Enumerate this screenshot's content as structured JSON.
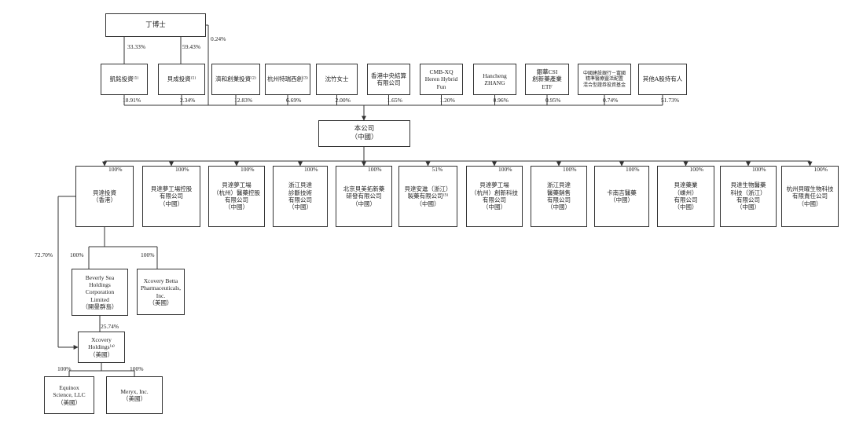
{
  "top": {
    "dr_ding": "丁博士",
    "pct_kaiming": "33.33%",
    "pct_beicheng": "59.43%",
    "pct_direct": "0.24%"
  },
  "shareholders": [
    {
      "label": "凱銘投資⁽¹⁾",
      "pct": "18.91%"
    },
    {
      "label": "貝成投資⁽¹⁾",
      "pct": "2.34%"
    },
    {
      "label": "濟和創業投資⁽²⁾",
      "pct": "12.83%"
    },
    {
      "label": "杭州特瑞西創⁽³⁾",
      "pct": "6.69%"
    },
    {
      "label": "沈竹女士",
      "pct": "2.00%"
    },
    {
      "label": "香港中央結算\n有限公司",
      "pct": "1.65%"
    },
    {
      "label": "CMB-XQ\nHeren Hybrid\nFun",
      "pct": "1.20%"
    },
    {
      "label": "Hancheng\nZHANG",
      "pct": "0.96%"
    },
    {
      "label": "銀華CSI\n創新藥產業\nETF",
      "pct": "0.95%"
    },
    {
      "label": "中國建設銀行－富國\n精準醫療靈活配置\n混合型證券投資基金",
      "pct": "0.74%"
    },
    {
      "label": "其他A股持有人",
      "pct": "51.73%"
    }
  ],
  "company": {
    "label": "本公司\n（中國）"
  },
  "subsidiaries": [
    {
      "label": "貝達投資\n（香港）",
      "pct": "100%"
    },
    {
      "label": "貝達夢工場控股\n有限公司\n（中國）",
      "pct": "100%"
    },
    {
      "label": "貝達夢工場\n（杭州）醫藥控股\n有限公司\n（中國）",
      "pct": "100%"
    },
    {
      "label": "浙江貝達\n診斷技術\n有限公司\n（中國）",
      "pct": "100%"
    },
    {
      "label": "北京貝美拓新藥\n研發有限公司\n（中國）",
      "pct": "100%"
    },
    {
      "label": "貝達安進（浙江）\n製藥有限公司⁽⁵⁾\n（中國）",
      "pct": "51%"
    },
    {
      "label": "貝達夢工場\n（杭州）創新科技\n有限公司\n（中國）",
      "pct": "100%"
    },
    {
      "label": "浙江貝達\n醫藥銷售\n有限公司\n（中國）",
      "pct": "100%"
    },
    {
      "label": "卡南吉醫藥\n（中國）",
      "pct": "100%"
    },
    {
      "label": "貝達藥業\n（嵊州）\n有限公司\n（中國）",
      "pct": "100%"
    },
    {
      "label": "貝達生物醫藥\n科技（浙江）\n有限公司\n（中國）",
      "pct": "100%"
    },
    {
      "label": "杭州貝曜生物科技\n有限責任公司\n（中國）",
      "pct": "100%"
    }
  ],
  "hk_branch": {
    "pct_direct_xcovery": "72.70%",
    "pct_beverly": "100%",
    "pct_betta": "100%",
    "beverly": "Beverly Sea\nHoldings\nCorporation\nLimited\n（開曼群島）",
    "betta": "Xcovery Betta\nPharmaceuticals,\nInc.\n（美國）",
    "pct_beverly_xcovery": "25.74%"
  },
  "xcovery": {
    "label": "Xcovery\nHoldings⁽⁴⁾\n（美國）",
    "pct_equinox": "100%",
    "pct_meryx": "100%",
    "equinox": "Equinox\nScience, LLC\n（美國）",
    "meryx": "Meryx, Inc.\n（美國）"
  },
  "colors": {
    "line": "#333333",
    "text": "#222222"
  }
}
